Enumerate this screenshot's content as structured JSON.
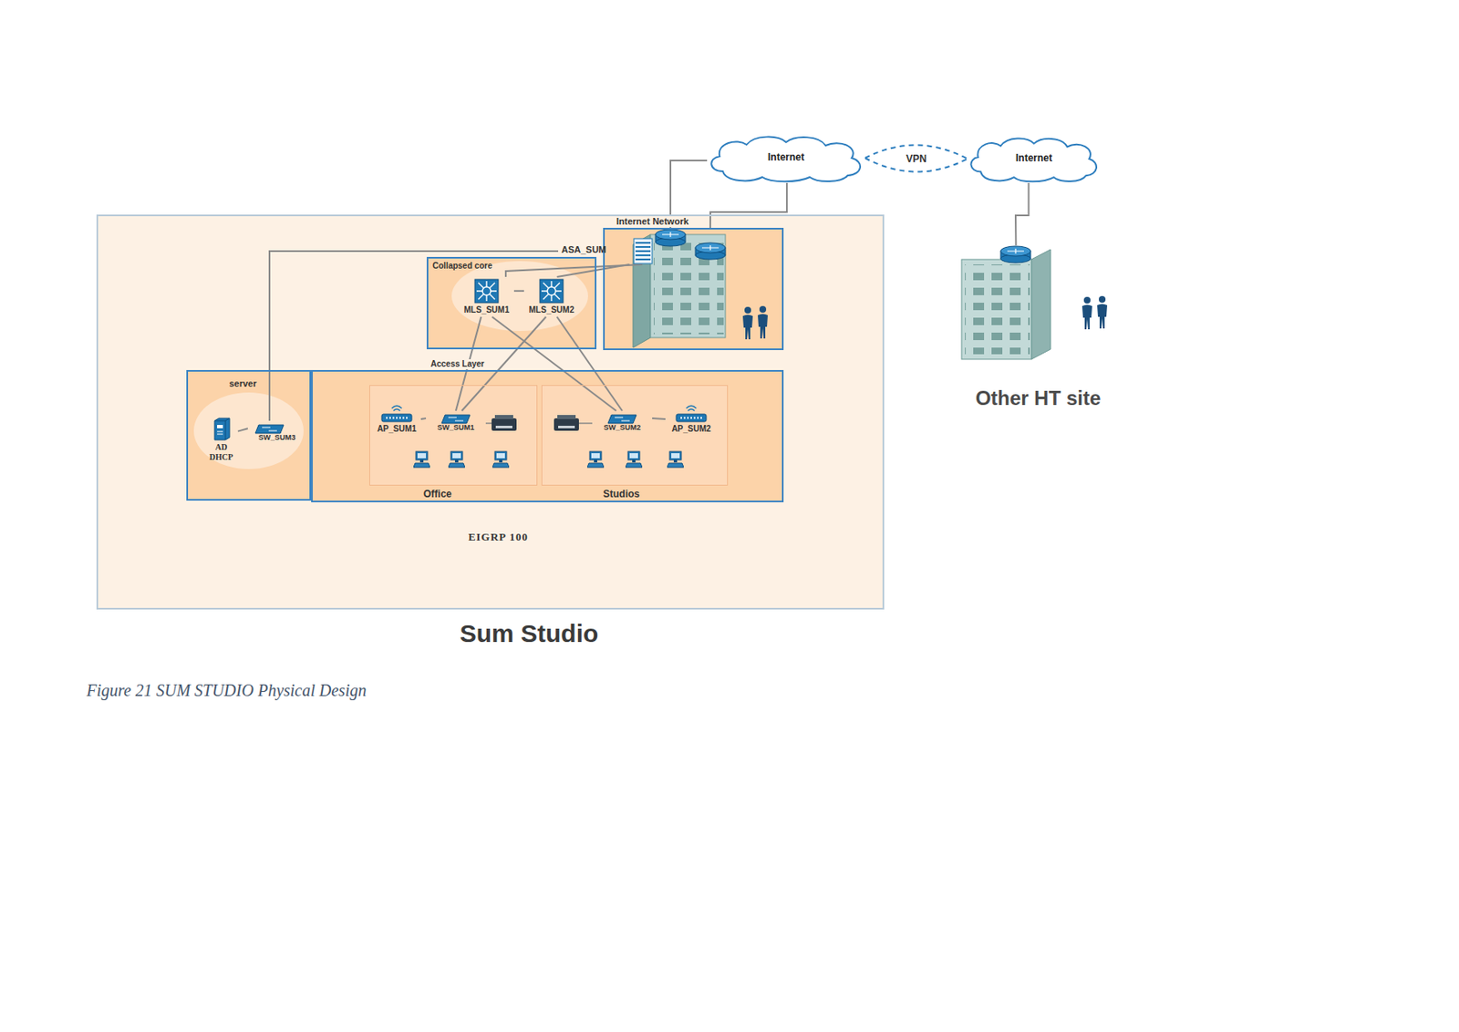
{
  "diagram": {
    "caption": "Figure 21 SUM STUDIO Physical Design",
    "nodes": [
      {
        "text": [
          "Sum Studio",
          "EIGRP 100"
        ]
      },
      {
        "text": [
          "Internet Network"
        ],
        "in": 0
      },
      {
        "text": [
          "Collapsed core"
        ],
        "in": 0
      },
      {
        "text": [
          "MLS_SUM1"
        ],
        "in": 2
      },
      {
        "text": [
          "MLS_SUM2"
        ],
        "in": 2
      },
      {
        "text": [
          "server"
        ],
        "in": 0
      },
      {
        "text": [
          "AD DHCP"
        ],
        "in": 5
      },
      {
        "text": [
          "SW_SUM3"
        ],
        "in": 5
      },
      {
        "text": [
          "Access Layer"
        ],
        "in": 0
      },
      {
        "text": [
          "Office"
        ],
        "in": 8
      },
      {
        "text": [
          "AP_SUM1"
        ],
        "in": 9
      },
      {
        "text": [
          "SW_SUM1"
        ],
        "in": 9
      },
      {
        "text": [
          "Studios"
        ],
        "in": 8
      },
      {
        "text": [
          "SW_SUM2"
        ],
        "in": 12
      },
      {
        "text": [
          "AP_SUM2"
        ],
        "in": 12
      },
      {
        "text": [
          "ASA_SUM"
        ],
        "in": 1
      },
      {
        "text": [
          "Internet"
        ]
      },
      {
        "text": [
          "Internet"
        ]
      },
      {
        "text": [
          "Other HT site"
        ]
      }
    ],
    "edges": [
      {
        "from": 16,
        "to": 1,
        "arrow": "none"
      },
      {
        "from": 16,
        "to": 1,
        "arrow": "none"
      },
      {
        "from": 17,
        "to": 18,
        "arrow": "none"
      },
      {
        "from": 16,
        "to": 17,
        "label": "VPN",
        "arrow": "none"
      },
      {
        "from": 3,
        "to": 4,
        "arrow": "none"
      },
      {
        "from": 3,
        "to": 11,
        "arrow": "none"
      },
      {
        "from": 3,
        "to": 13,
        "arrow": "none"
      },
      {
        "from": 4,
        "to": 11,
        "arrow": "none"
      },
      {
        "from": 4,
        "to": 13,
        "arrow": "none"
      },
      {
        "from": 3,
        "to": 15,
        "arrow": "none"
      },
      {
        "from": 4,
        "to": 15,
        "arrow": "none"
      },
      {
        "from": 7,
        "to": 15,
        "arrow": "none"
      },
      {
        "from": 6,
        "to": 7,
        "arrow": "none"
      },
      {
        "from": 10,
        "to": 11,
        "arrow": "none"
      },
      {
        "from": 13,
        "to": 14,
        "arrow": "none"
      }
    ]
  }
}
